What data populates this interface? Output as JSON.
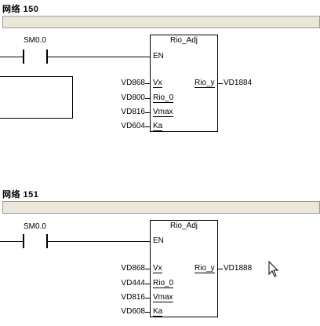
{
  "networks": [
    {
      "title": "网络 150",
      "contact": "SM0.0",
      "block": {
        "name": "Rio_Adj",
        "en": "EN",
        "inputs": [
          {
            "pin": "Vx",
            "operand": "VD868"
          },
          {
            "pin": "Rio_0",
            "operand": "VD800"
          },
          {
            "pin": "Vmax",
            "operand": "VD816"
          },
          {
            "pin": "Ka",
            "operand": "VD604"
          }
        ],
        "output": {
          "pin": "Rio_y",
          "operand": "VD1884"
        }
      }
    },
    {
      "title": "网络 151",
      "contact": "SM0.0",
      "block": {
        "name": "Rio_Adj",
        "en": "EN",
        "inputs": [
          {
            "pin": "Vx",
            "operand": "VD868"
          },
          {
            "pin": "Rio_0",
            "operand": "VD444"
          },
          {
            "pin": "Vmax",
            "operand": "VD816"
          },
          {
            "pin": "Ka",
            "operand": "VD608"
          }
        ],
        "output": {
          "pin": "Rio_y",
          "operand": "VD1888"
        }
      }
    }
  ]
}
